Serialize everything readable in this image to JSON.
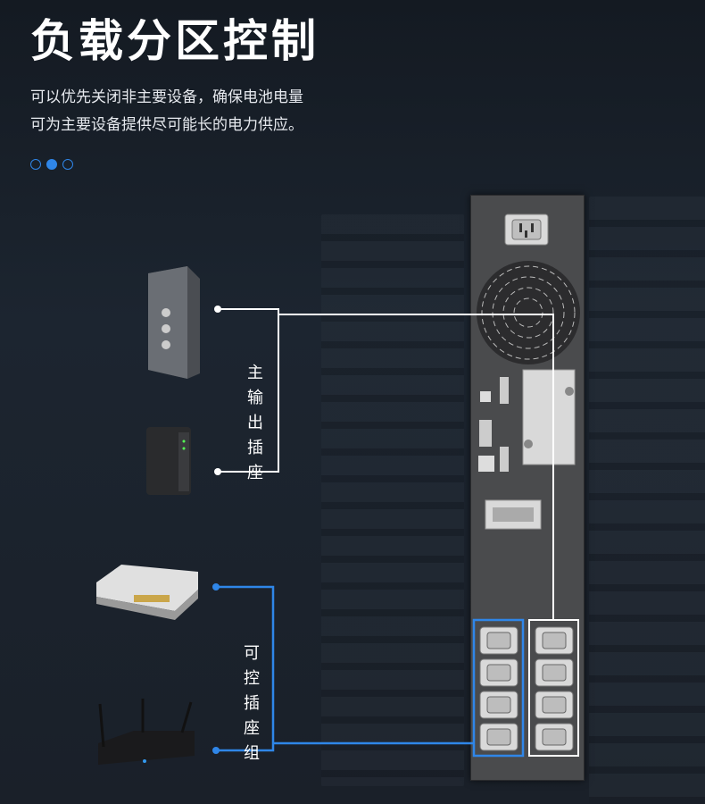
{
  "header": {
    "title": "负载分区控制",
    "desc_line1": "可以优先关闭非主要设备，确保电池电量",
    "desc_line2": "可为主要设备提供尽可能长的电力供应。"
  },
  "pager": {
    "count": 3,
    "active_index": 1
  },
  "labels": {
    "main_outlet": [
      "主",
      "输",
      "出",
      "插",
      "座"
    ],
    "controllable_outlet": [
      "可",
      "控",
      "插",
      "座",
      "组"
    ]
  },
  "colors": {
    "accent": "#2f86e8",
    "white_line": "#ffffff",
    "ups_body": "#4a4b4d"
  },
  "devices": [
    "server-tower",
    "nas-box",
    "network-switch",
    "wifi-router"
  ]
}
